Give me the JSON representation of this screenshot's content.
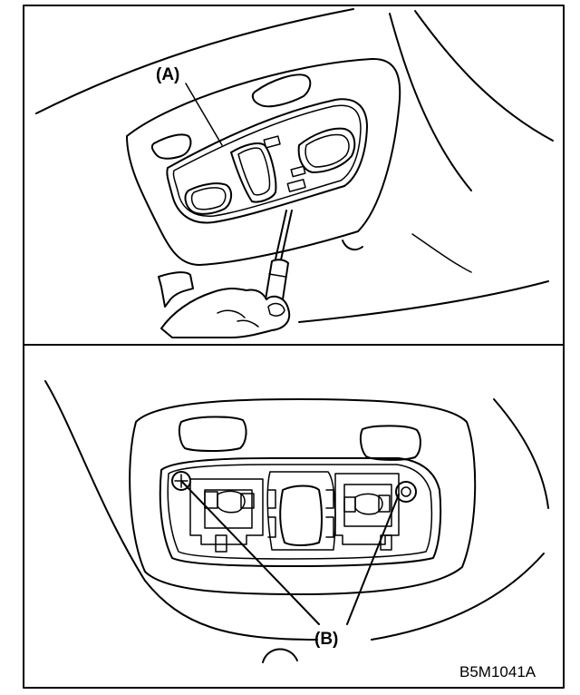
{
  "panel_top": {
    "callout_a": "(A)",
    "parts": [
      "map-lamp-lens",
      "trim-tool",
      "hand"
    ]
  },
  "panel_bottom": {
    "callout_b": "(B)",
    "parts": [
      "lamp-housing",
      "bulb-left",
      "bulb-right",
      "screw-left",
      "screw-right"
    ]
  },
  "figure_id": "B5M1041A",
  "colors": {
    "line": "#000000",
    "background": "#ffffff"
  }
}
